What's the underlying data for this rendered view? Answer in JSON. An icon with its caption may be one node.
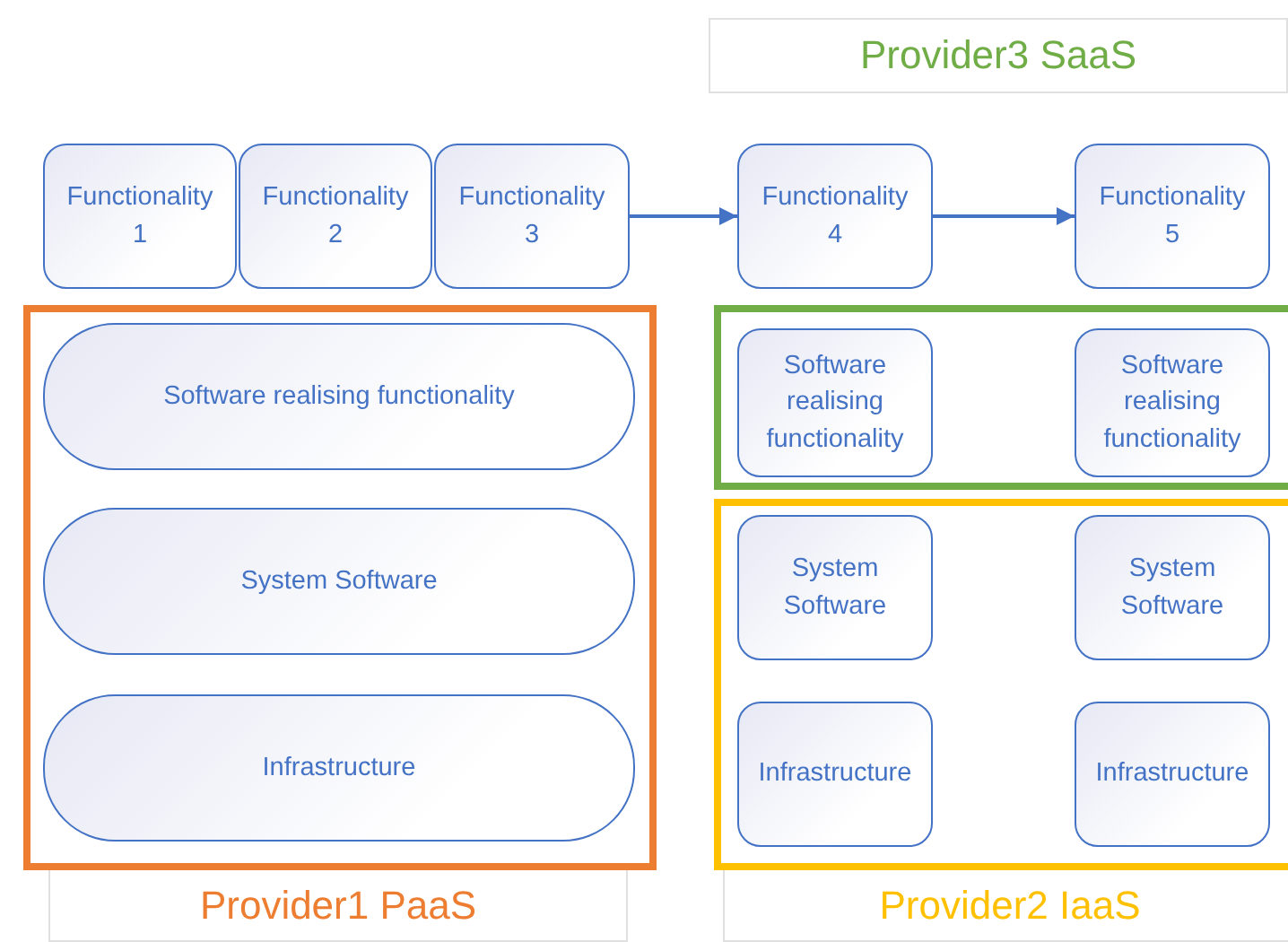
{
  "diagram": {
    "nodes": [
      {
        "text": [
          "Provider3 SaaS"
        ]
      },
      {
        "text": [
          "Functionality 1"
        ]
      },
      {
        "text": [
          "Functionality 2"
        ]
      },
      {
        "text": [
          "Functionality 3"
        ]
      },
      {
        "text": [
          "Functionality 4"
        ]
      },
      {
        "text": [
          "Functionality 5"
        ]
      },
      {
        "text": [],
        "shape": "box"
      },
      {
        "text": [
          "Software realising functionality"
        ],
        "in": 6
      },
      {
        "text": [
          "System Software"
        ],
        "in": 6
      },
      {
        "text": [
          "Infrastructure"
        ],
        "in": 6
      },
      {
        "text": [],
        "shape": "box"
      },
      {
        "text": [
          "Software realising functionality"
        ],
        "in": 10
      },
      {
        "text": [
          "Software realising functionality"
        ],
        "in": 10
      },
      {
        "text": [],
        "shape": "box"
      },
      {
        "text": [
          "System Software"
        ],
        "in": 13
      },
      {
        "text": [
          "System Software"
        ],
        "in": 13
      },
      {
        "text": [
          "Infrastructure"
        ],
        "in": 13
      },
      {
        "text": [
          "Infrastructure"
        ],
        "in": 13
      },
      {
        "text": [
          "Provider1 PaaS"
        ]
      },
      {
        "text": [
          "Provider2 IaaS"
        ]
      }
    ],
    "edges": [
      {
        "from": 3,
        "to": 4,
        "arrow": "to"
      },
      {
        "from": 4,
        "to": 5,
        "arrow": "to"
      }
    ]
  }
}
